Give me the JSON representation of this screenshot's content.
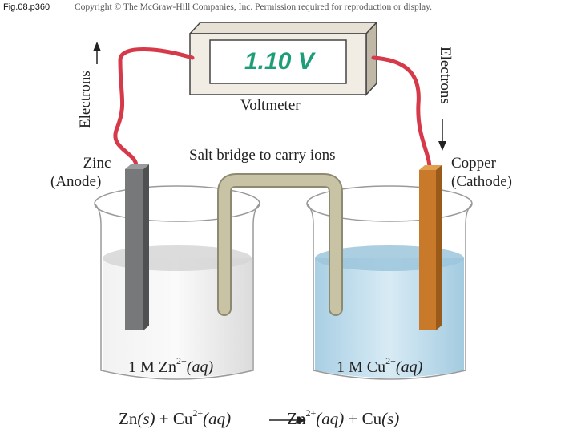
{
  "figure_label": "Fig.08.p360",
  "copyright": "Copyright © The McGraw-Hill Companies, Inc. Permission required for reproduction or display.",
  "voltmeter": {
    "reading": "1.10 V",
    "label": "Voltmeter"
  },
  "salt_bridge_label": "Salt bridge to carry ions",
  "electrons_label_left": "Electrons",
  "electrons_label_right": "Electrons",
  "anode": {
    "name": "Zinc",
    "role": "(Anode)"
  },
  "cathode": {
    "name": "Copper",
    "role": "(Cathode)"
  },
  "left_solution": {
    "prefix": "1 M Zn",
    "charge": "2+",
    "state": "(aq)"
  },
  "right_solution": {
    "prefix": "1 M Cu",
    "charge": "2+",
    "state": "(aq)"
  },
  "equation": {
    "r1": "Zn",
    "r1_state": "(s)",
    "plus1": " + ",
    "r2": "Cu",
    "r2_charge": "2+",
    "r2_state": "(aq)",
    "p1": "Zn",
    "p1_charge": "2+",
    "p1_state": "(aq)",
    "plus2": " + ",
    "p2": "Cu",
    "p2_state": "(s)"
  },
  "colors": {
    "wire": "#d63a4a",
    "zinc": "#6d6e70",
    "copper": "#c87a2a",
    "cu_solution": "#bcdcec",
    "reading": "#1d9d78"
  }
}
